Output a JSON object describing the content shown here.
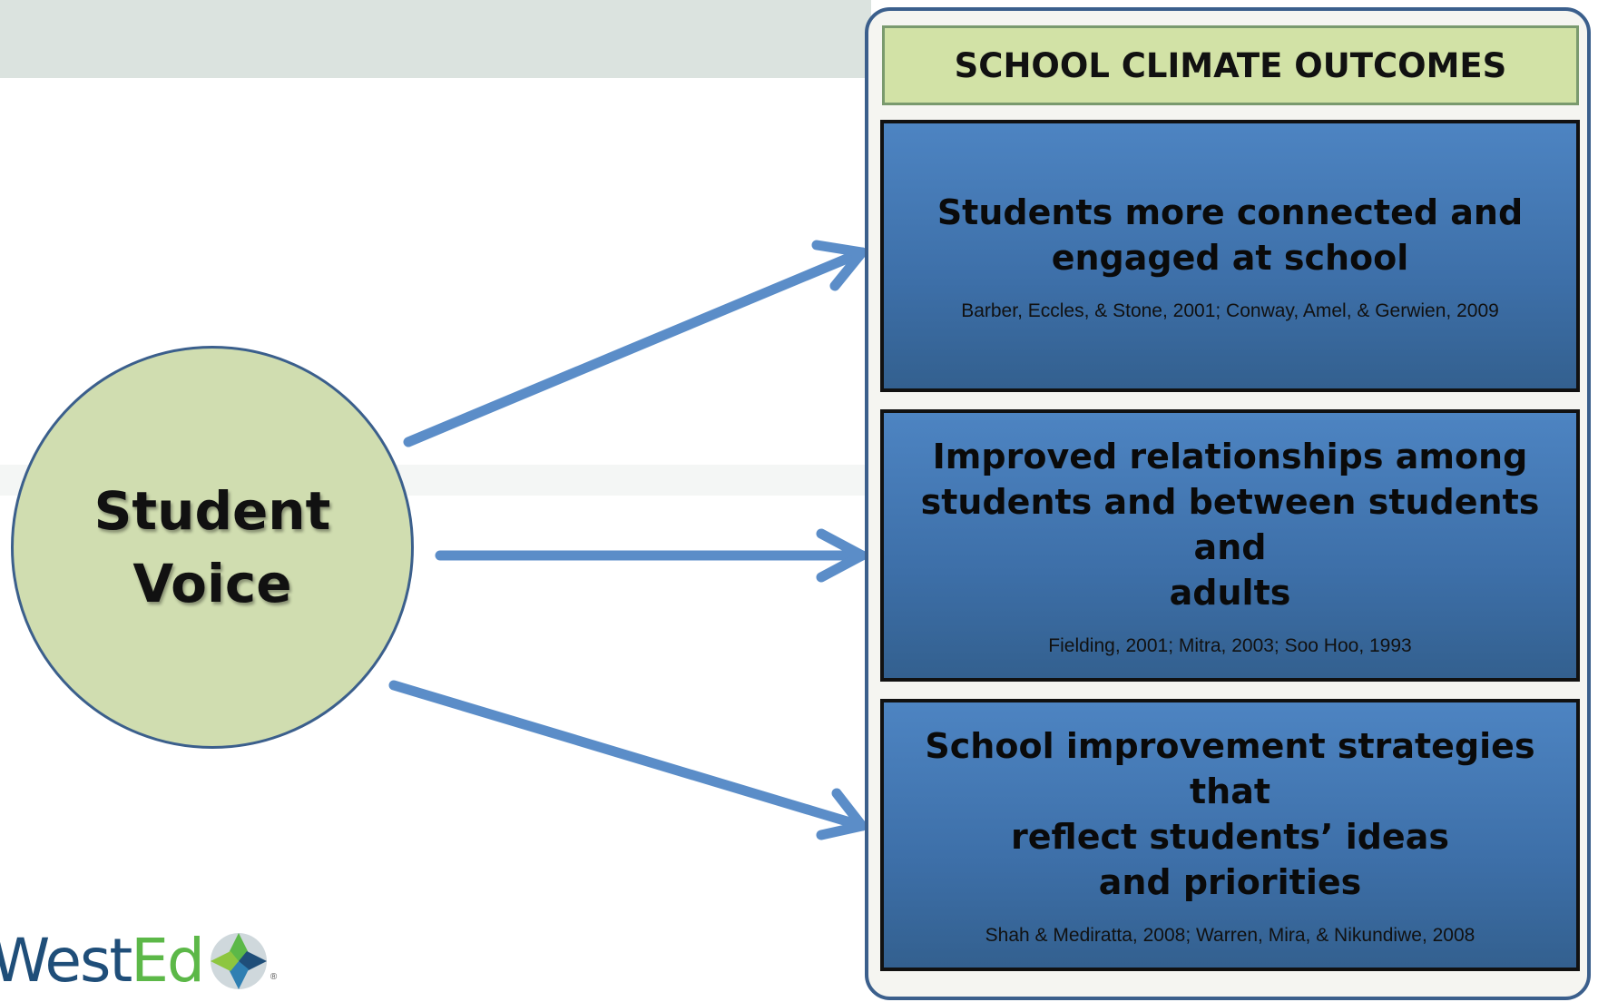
{
  "center": {
    "label": "Student\nVoice"
  },
  "panel": {
    "header": "SCHOOL CLIMATE OUTCOMES",
    "outcomes": [
      {
        "title": "Students more connected and\n  engaged at school",
        "citation": "Barber, Eccles, & Stone, 2001; Conway, Amel, & Gerwien, 2009"
      },
      {
        "title": "Improved relationships among\nstudents and between students and\nadults",
        "citation": "Fielding, 2001; Mitra, 2003; Soo Hoo, 1993"
      },
      {
        "title": "School improvement strategies that\nreflect students’ ideas\nand priorities",
        "citation": "Shah & Mediratta, 2008; Warren, Mira, & Nikundiwe, 2008"
      }
    ]
  },
  "logo": {
    "part1": "West",
    "part2": "Ed",
    "registered": "®"
  },
  "colors": {
    "arrow": "#5b8dc8",
    "circle_fill": "#d0ddb0",
    "header_fill": "#d2e2a6",
    "box_fill": "#4079b5",
    "border": "#3b5f8c"
  }
}
